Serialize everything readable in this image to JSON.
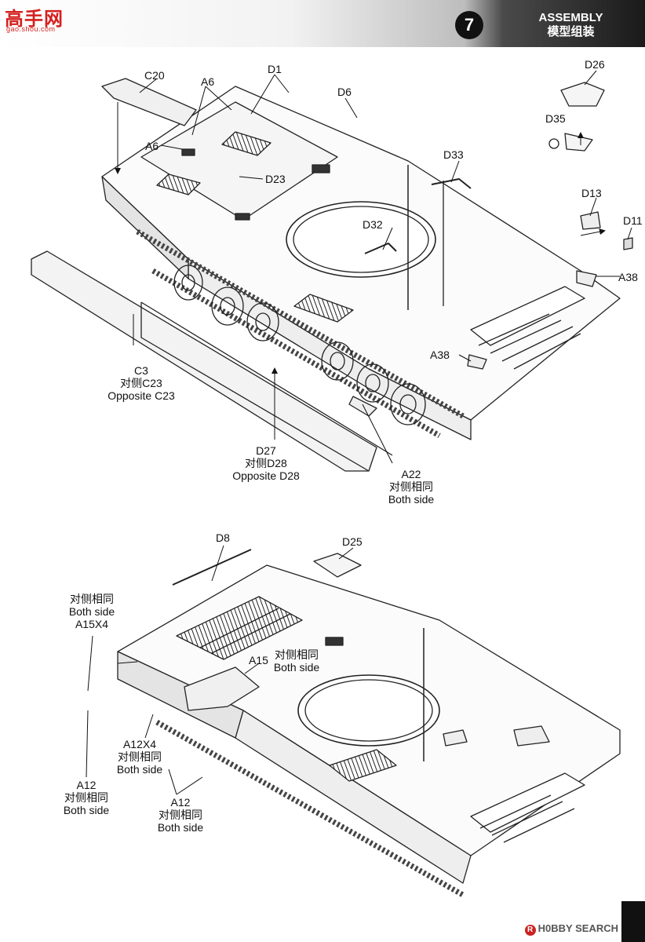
{
  "header": {
    "logo": {
      "main": "高手网",
      "sub": "gao.shou.com"
    },
    "step_number": "7",
    "title_en": "ASSEMBLY",
    "title_zh": "模型组装"
  },
  "top_diagram": {
    "labels": {
      "C20": "C20",
      "A6_top": "A6",
      "A6_left": "A6",
      "D1": "D1",
      "D6": "D6",
      "D23": "D23",
      "D26": "D26",
      "D35": "D35",
      "D33": "D33",
      "D13": "D13",
      "D11": "D11",
      "D32": "D32",
      "A38_right": "A38",
      "A38_center": "A38",
      "C3": "C3",
      "C3_note_zh": "对侧C23",
      "C3_note_en": "Opposite C23",
      "D27": "D27",
      "D27_note_zh": "对侧D28",
      "D27_note_en": "Opposite D28",
      "A22": "A22",
      "A22_note_zh": "对侧相同",
      "A22_note_en": "Both side"
    }
  },
  "bottom_diagram": {
    "labels": {
      "D8": "D8",
      "D25": "D25",
      "A15X4_note_zh": "对侧相同",
      "A15X4_note_en": "Both side",
      "A15X4": "A15X4",
      "A15": "A15",
      "A15_note_zh": "对侧相同",
      "A15_note_en": "Both side",
      "A12X4": "A12X4",
      "A12X4_note_zh": "对侧相同",
      "A12X4_note_en": "Both side",
      "A12_left": "A12",
      "A12_left_note_zh": "对侧相同",
      "A12_left_note_en": "Both side",
      "A12_center": "A12",
      "A12_center_note_zh": "对侧相同",
      "A12_center_note_en": "Both side"
    }
  },
  "footer": {
    "watermark": "H0BBY SEARCH",
    "badge": "R"
  }
}
